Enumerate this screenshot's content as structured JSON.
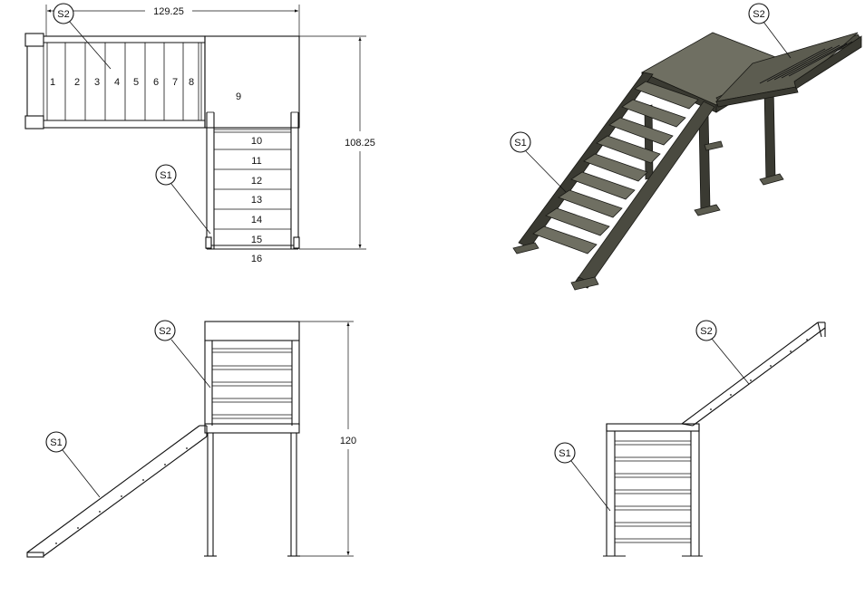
{
  "top_view": {
    "dim_width": "129.25",
    "dim_depth": "108.25",
    "landing_label": "9",
    "steps_upper": [
      "1",
      "2",
      "3",
      "4",
      "5",
      "6",
      "7",
      "8"
    ],
    "steps_lower": [
      "10",
      "11",
      "12",
      "13",
      "14",
      "15",
      "16"
    ],
    "callout_s2": "S2",
    "callout_s1": "S1"
  },
  "iso_view": {
    "callout_s2": "S2",
    "callout_s1": "S1"
  },
  "front_view": {
    "dim_height": "120",
    "callout_s2": "S2",
    "callout_s1": "S1"
  },
  "side_view": {
    "callout_s2": "S2",
    "callout_s1": "S1"
  },
  "colors": {
    "line": "#111111",
    "steel_dark": "#4a4a40",
    "steel_mid": "#5c5c50"
  }
}
